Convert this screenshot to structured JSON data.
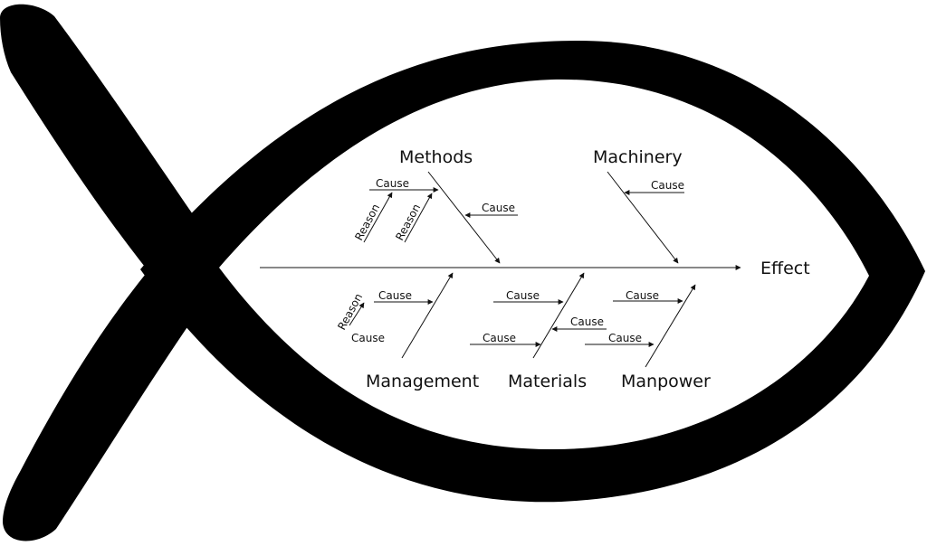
{
  "effect": "Effect",
  "categories": {
    "methods": "Methods",
    "machinery": "Machinery",
    "management": "Management",
    "materials": "Materials",
    "manpower": "Manpower"
  },
  "methods": {
    "cause_1": "Cause",
    "reason_1": "Reason",
    "reason_2": "Reason",
    "cause_2": "Cause"
  },
  "machinery": {
    "cause_1": "Cause"
  },
  "management": {
    "cause_1": "Cause",
    "reason_1": "Reason",
    "cause_2": "Cause"
  },
  "materials": {
    "cause_1": "Cause",
    "cause_2": "Cause",
    "cause_3": "Cause"
  },
  "manpower": {
    "cause_1": "Cause",
    "cause_2": "Cause"
  },
  "colors": {
    "outline": "#000000",
    "background": "#ffffff"
  }
}
